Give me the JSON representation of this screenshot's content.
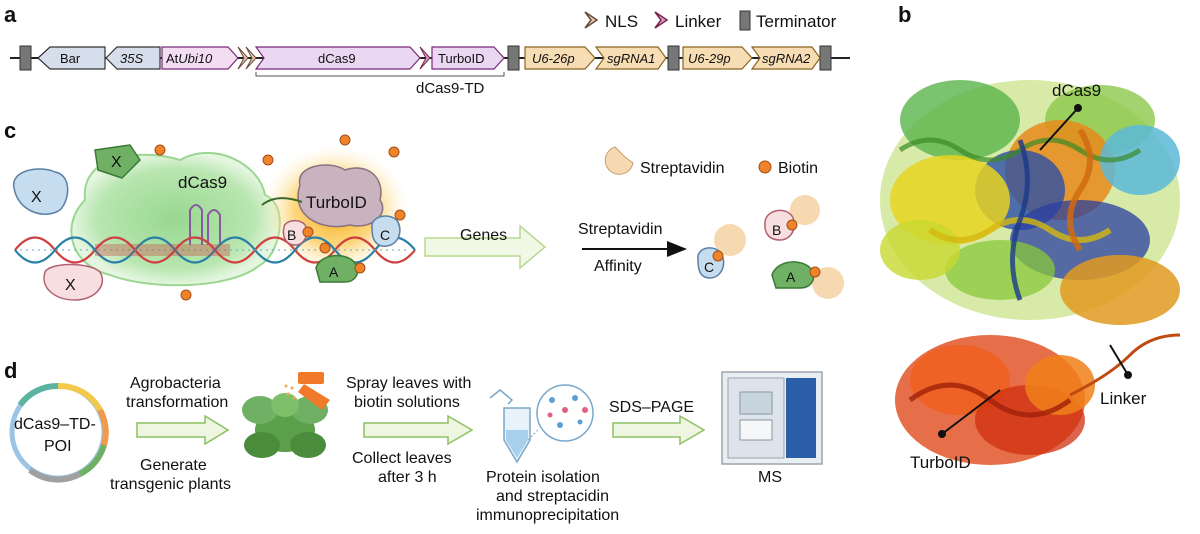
{
  "panels": {
    "a": "a",
    "b": "b",
    "c": "c",
    "d": "d"
  },
  "panel_a": {
    "legend": {
      "nls": "NLS",
      "linker": "Linker",
      "terminator": "Terminator"
    },
    "construct": {
      "bar": "Bar",
      "p35s": "35S",
      "at_ubi10_prefix": "At",
      "at_ubi10_italic": "Ubi10",
      "dcas9": "dCas9",
      "turboid": "TurboID",
      "u6_26p": "U6-26p",
      "sgrna1": "sgRNA1",
      "u6_29p": "U6-29p",
      "sgrna2": "sgRNA2",
      "fusion_label": "dCas9-TD"
    },
    "colors": {
      "gene": "#d6deeb",
      "ubi": "#f2ddf2",
      "dcas9": "#ead7f2",
      "u6": "#f7ddb4",
      "terminator": "#777777"
    }
  },
  "panel_b": {
    "dcas9_label": "dCas9",
    "turboid_label": "TurboID",
    "linker_label": "Linker"
  },
  "panel_c": {
    "dcas9": "dCas9",
    "turboid": "TurboID",
    "protein_x": "X",
    "protein_a": "A",
    "protein_b": "B",
    "protein_c": "C",
    "genes": "Genes",
    "streptavidin_arrow_top": "Streptavidin",
    "streptavidin_arrow_bottom": "Affinity",
    "legend_streptavidin": "Streptavidin",
    "legend_biotin": "Biotin"
  },
  "panel_d": {
    "plasmid_line1": "dCas9–TD-",
    "plasmid_line2": "POI",
    "agro_line1": "Agrobacteria",
    "agro_line2": "transformation",
    "generate_line1": "Generate",
    "generate_line2": "transgenic plants",
    "spray_line1": "Spray leaves with",
    "spray_line2": "biotin solutions",
    "collect_line1": "Collect leaves",
    "collect_line2": "after 3 h",
    "protein_line1": "Protein isolation",
    "protein_line2": "and streptacidin",
    "protein_line3": "immunoprecipitation",
    "sds": "SDS–PAGE",
    "ms": "MS"
  }
}
